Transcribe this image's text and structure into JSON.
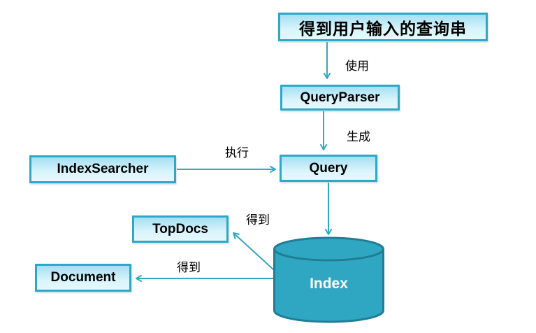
{
  "diagram": {
    "title_hint": "Lucene search flow",
    "colors": {
      "background": "#ffffff",
      "box_border": "#2fa8c8",
      "box_fill_top": "#a5dff2",
      "box_fill_bottom": "#e6f8fd",
      "arrow": "#31a8c6",
      "cylinder_fill": "#2fa7c2",
      "cylinder_border": "#1f7e95",
      "text": "#000000",
      "cylinder_text": "#ffffff"
    },
    "nodes": {
      "user_input": {
        "label": "得到用户输入的查询串",
        "shape": "rectangle"
      },
      "query_parser": {
        "label": "QueryParser",
        "shape": "rectangle"
      },
      "query": {
        "label": "Query",
        "shape": "rectangle"
      },
      "index_searcher": {
        "label": "IndexSearcher",
        "shape": "rectangle"
      },
      "top_docs": {
        "label": "TopDocs",
        "shape": "rectangle"
      },
      "document": {
        "label": "Document",
        "shape": "rectangle"
      },
      "index": {
        "label": "Index",
        "shape": "database-cylinder"
      }
    },
    "edges": [
      {
        "from": "user_input",
        "to": "query_parser",
        "label": "使用"
      },
      {
        "from": "query_parser",
        "to": "query",
        "label": "生成"
      },
      {
        "from": "index_searcher",
        "to": "query",
        "label": "执行"
      },
      {
        "from": "query",
        "to": "index",
        "label": ""
      },
      {
        "from": "index",
        "to": "top_docs",
        "label": "得到"
      },
      {
        "from": "index",
        "to": "document",
        "label": "得到"
      }
    ],
    "edge_labels": {
      "use": "使用",
      "generate": "生成",
      "execute": "执行",
      "get_topdocs": "得到",
      "get_document": "得到"
    }
  }
}
